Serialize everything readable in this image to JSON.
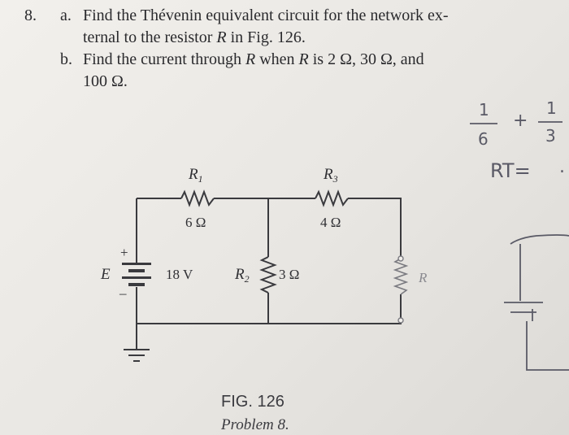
{
  "problem": {
    "number": "8.",
    "part_a_label": "a.",
    "part_a_line1": "Find the Thévenin equivalent circuit for the network ex-",
    "part_a_line2_pre": "ternal to the resistor ",
    "part_a_var": "R",
    "part_a_line2_post": " in Fig. 126.",
    "part_b_label": "b.",
    "part_b_line1_pre": "Find the current through ",
    "part_b_var": "R",
    "part_b_line1_post": " when ",
    "part_b_var2": "R",
    "part_b_line1_end": " is 2 Ω, 30 Ω, and",
    "part_b_line2": "100 Ω."
  },
  "circuit": {
    "r1_label": "R",
    "r1_sub": "1",
    "r1_value": "6 Ω",
    "r3_label": "R",
    "r3_sub": "3",
    "r3_value": "4 Ω",
    "r2_label": "R",
    "r2_sub": "2",
    "r2_value": "3 Ω",
    "source_label": "E",
    "source_value": "18 V",
    "source_plus": "+",
    "source_minus": "–",
    "load_label": "R"
  },
  "caption": {
    "figure": "FIG. 126",
    "problem": "Problem 8."
  },
  "handwriting": {
    "frac1_num": "1",
    "frac1_den": "6",
    "plus": "+",
    "frac2_num": "1",
    "frac2_den": "3",
    "rt": "RT=",
    "dot": "."
  }
}
